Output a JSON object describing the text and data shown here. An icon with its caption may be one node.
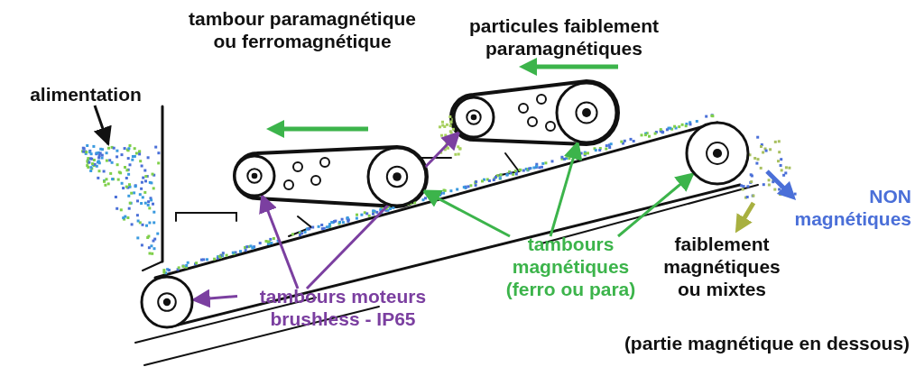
{
  "diagram": {
    "nodes": [
      {
        "text": [
          "alimentation"
        ]
      },
      {
        "text": [],
        "shape": "circle"
      },
      {
        "text": [],
        "shape": "circle"
      },
      {
        "text": [],
        "shape": "circle"
      },
      {
        "text": [],
        "shape": "circle"
      },
      {
        "text": [],
        "shape": "circle"
      },
      {
        "text": [],
        "shape": "circle"
      },
      {
        "text": [
          "tambours magnétiques (ferro ou para)"
        ]
      },
      {
        "text": [
          "tambours moteurs brushless - IP65"
        ]
      }
    ],
    "edges": [
      {
        "from": 0,
        "to": null,
        "arrow": "to",
        "color": "#111111"
      },
      {
        "from": 7,
        "to": 2,
        "arrow": "to",
        "color": "#3cb44b"
      },
      {
        "from": 7,
        "to": 4,
        "arrow": "to",
        "color": "#3cb44b"
      },
      {
        "from": 7,
        "to": 5,
        "arrow": "to",
        "color": "#3cb44b"
      },
      {
        "from": 8,
        "to": 6,
        "arrow": "to",
        "color": "#7b3fa0"
      },
      {
        "from": 8,
        "to": 1,
        "arrow": "to",
        "color": "#7b3fa0"
      },
      {
        "from": 8,
        "to": 3,
        "arrow": "to",
        "color": "#7b3fa0"
      }
    ],
    "labels": [
      "tambour paramagnétique ou ferromagnétique",
      "particules faiblement paramagnétiques",
      "NON magnétiques",
      "faiblement magnétiques ou mixtes",
      "(partie magnétique en dessous)"
    ]
  }
}
